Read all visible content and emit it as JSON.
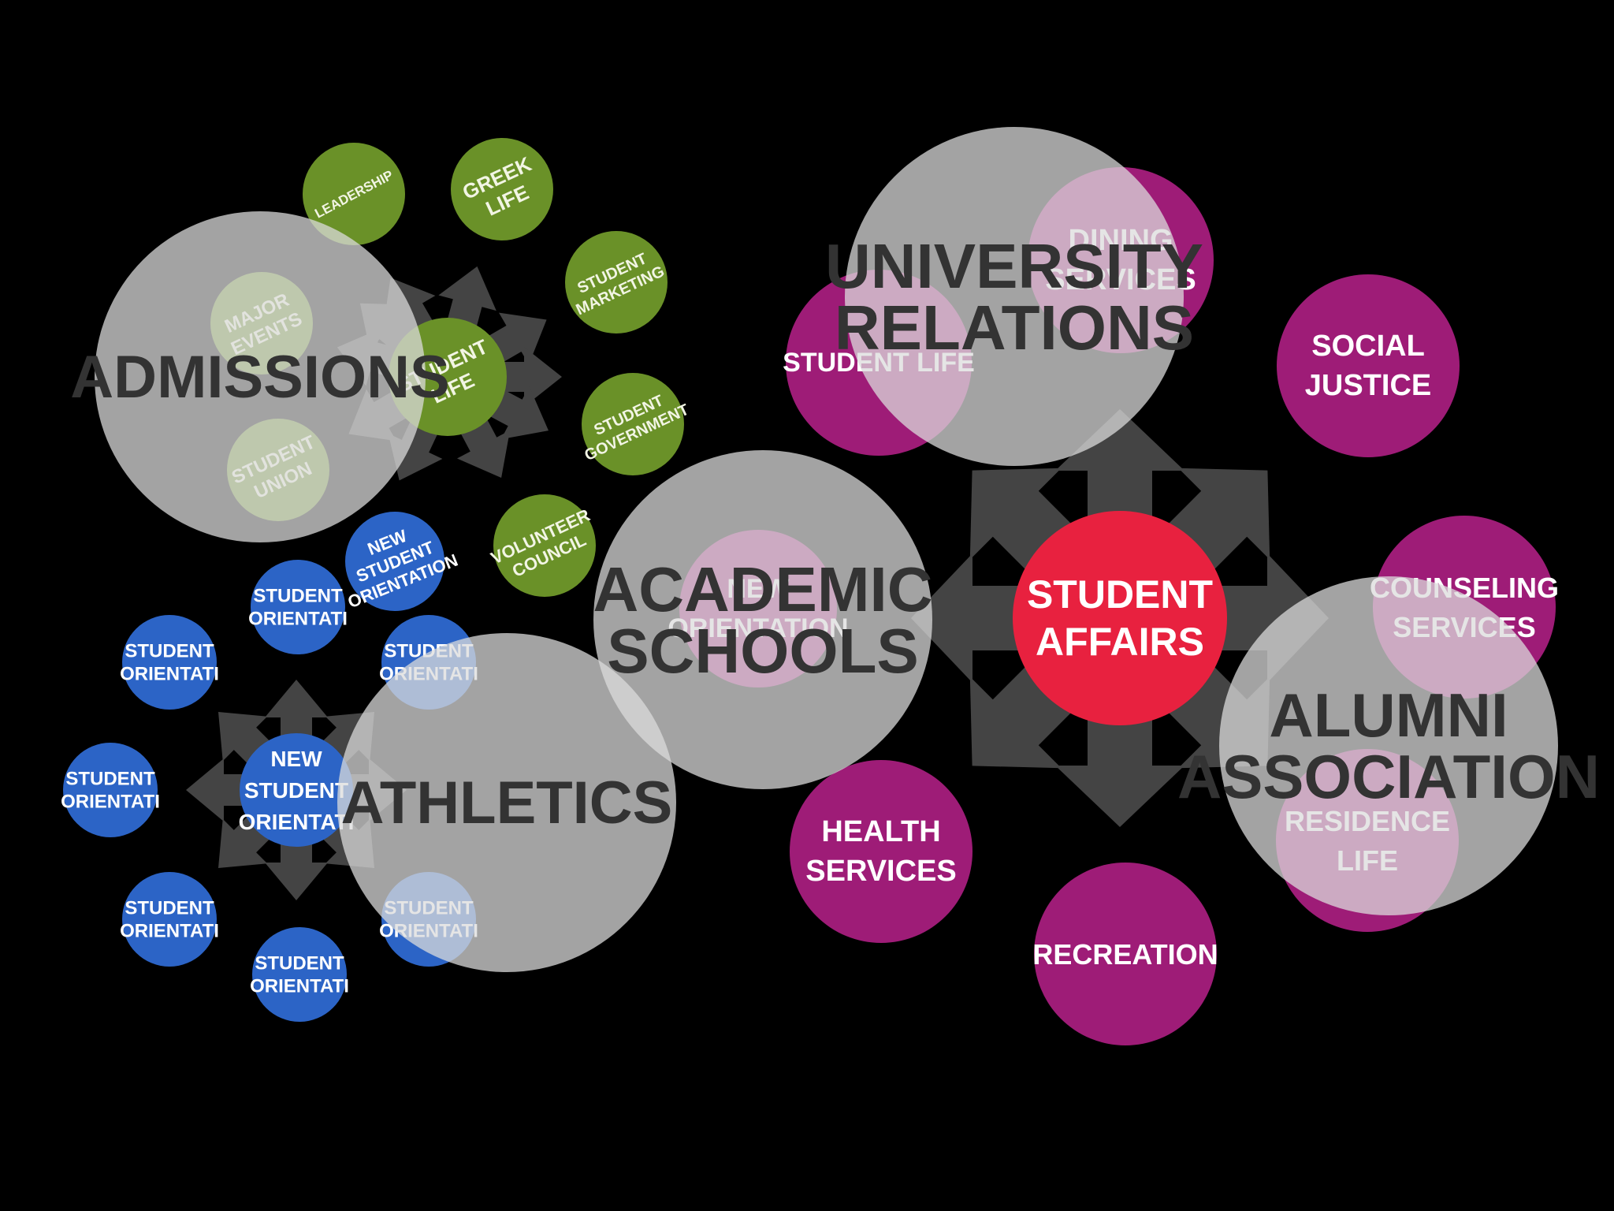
{
  "colors": {
    "background": "#000000",
    "core": "#e8213f",
    "magenta": "#9e1c77",
    "green": "#6a9128",
    "blue": "#2c64c6",
    "grey_bubble": "#dcdcdc",
    "arrow": "#444444",
    "dark_label": "#333333"
  },
  "student_affairs": {
    "core": "STUDENT AFFAIRS",
    "nodes": {
      "dining_services": "DINING SERVICES",
      "student_life": "STUDENT LIFE",
      "social_justice": "SOCIAL JUSTICE",
      "counseling_services": "COUNSELING SERVICES",
      "residence_life": "RESIDENCE LIFE",
      "recreation": "RECREATION",
      "health_services": "HEALTH SERVICES",
      "new_student_orientation": "NEW STUDENT ORIENTATION"
    }
  },
  "student_life_cluster": {
    "center": "STUDENT LIFE",
    "nodes": {
      "leadership": "LEADERSHIP",
      "greek_life": "GREEK LIFE",
      "student_marketing": "STUDENT MARKETING",
      "student_government": "STUDENT GOVERNMENT",
      "volunteer_council": "VOLUNTEER COUNCIL",
      "student_union": "STUDENT UNION",
      "major_events": "MAJOR EVENTS"
    }
  },
  "orientation_cluster": {
    "center": "NEW STUDENT ORIENTATI",
    "nodes": {
      "new_student_orientation": "NEW STUDENT ORIENTATION",
      "top": "STUDENT ORIENTATI",
      "upper_left": "STUDENT ORIENTATI",
      "upper_right": "STUDENT ORIENTATI",
      "left": "STUDENT ORIENTATI",
      "lower_left": "STUDENT ORIENTATI",
      "bottom": "STUDENT ORIENTATI",
      "lower_right": "STUDENT ORIENTATI"
    }
  },
  "overlays": {
    "admissions": "ADMISSIONS",
    "university_relations": "UNIVERSITY RELATIONS",
    "academic_schools": "ACADEMIC SCHOOLS",
    "athletics": "ATHLETICS",
    "alumni_association": "ALUMNI ASSOCIATION"
  }
}
